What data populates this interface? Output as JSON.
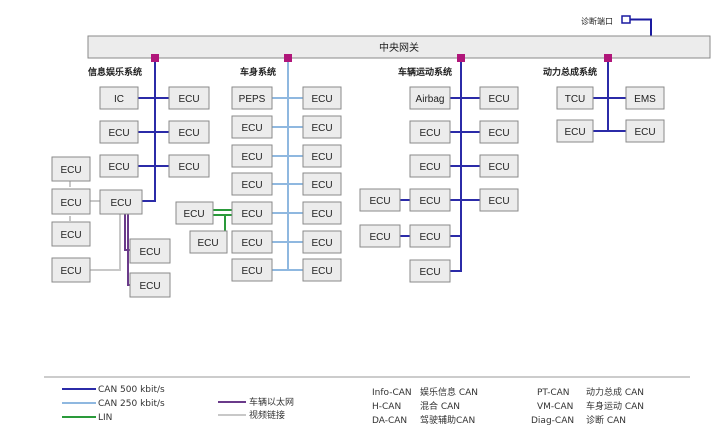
{
  "colors": {
    "can500": "#2b2ba8",
    "can250": "#8fb8e0",
    "lin": "#2a9a3a",
    "ethernet": "#6a3a8a",
    "video": "#c8c8c8",
    "port": "#b0167a",
    "diag_line": "#1a1aa0"
  },
  "gateway": {
    "label": "中央网关"
  },
  "diag_port": {
    "label": "诊断端口"
  },
  "domains": {
    "infotainment": "信息娱乐系统",
    "body": "车身系统",
    "chassis": "车辆运动系统",
    "powertrain": "动力总成系统"
  },
  "nodes": {
    "info_ic": "IC",
    "info_ecu_r1": "ECU",
    "info_ecu_l2": "ECU",
    "info_ecu_r2": "ECU",
    "info_ecu_l3": "ECU",
    "info_ecu_r3": "ECU",
    "info_ecu_main": "ECU",
    "info_ecu_far1": "ECU",
    "info_ecu_far2": "ECU",
    "info_ecu_far3": "ECU",
    "info_ecu_far4": "ECU",
    "info_ecu_sub1": "ECU",
    "info_ecu_sub2": "ECU",
    "body_peps": "PEPS",
    "body_ecu_r1": "ECU",
    "body_ecu_l2": "ECU",
    "body_ecu_r2": "ECU",
    "body_ecu_l3": "ECU",
    "body_ecu_r3": "ECU",
    "body_ecu_l4": "ECU",
    "body_ecu_r4": "ECU",
    "body_ecu_l5": "ECU",
    "body_ecu_r5": "ECU",
    "body_ecu_l6": "ECU",
    "body_ecu_r6": "ECU",
    "body_ecu_l7": "ECU",
    "body_ecu_r7": "ECU",
    "body_lin1": "ECU",
    "body_lin2": "ECU",
    "ch_airbag": "Airbag",
    "ch_ecu_r1": "ECU",
    "ch_ecu_l2": "ECU",
    "ch_ecu_r2": "ECU",
    "ch_ecu_l3": "ECU",
    "ch_ecu_r3": "ECU",
    "ch_ecu_far4": "ECU",
    "ch_ecu_l4": "ECU",
    "ch_ecu_r4": "ECU",
    "ch_ecu_far5": "ECU",
    "ch_ecu_l5": "ECU",
    "ch_ecu_l6": "ECU",
    "pt_tcu": "TCU",
    "pt_ems": "EMS",
    "pt_ecu_l2": "ECU",
    "pt_ecu_r2": "ECU"
  },
  "legend": {
    "can500": "CAN 500 kbit/s",
    "can250": "CAN 250 kbit/s",
    "lin": "LIN",
    "ethernet": "车辆以太网",
    "video": "视频链接",
    "info_can": "Info-CAN",
    "info_can_desc": "娱乐信息 CAN",
    "h_can": "H-CAN",
    "h_can_desc": "混合 CAN",
    "da_can": "DA-CAN",
    "da_can_desc": "驾驶辅助CAN",
    "pt_can": "PT-CAN",
    "pt_can_desc": "动力总成 CAN",
    "vm_can": "VM-CAN",
    "vm_can_desc": "车身运动 CAN",
    "diag_can": "Diag-CAN",
    "diag_can_desc": "诊断 CAN"
  }
}
